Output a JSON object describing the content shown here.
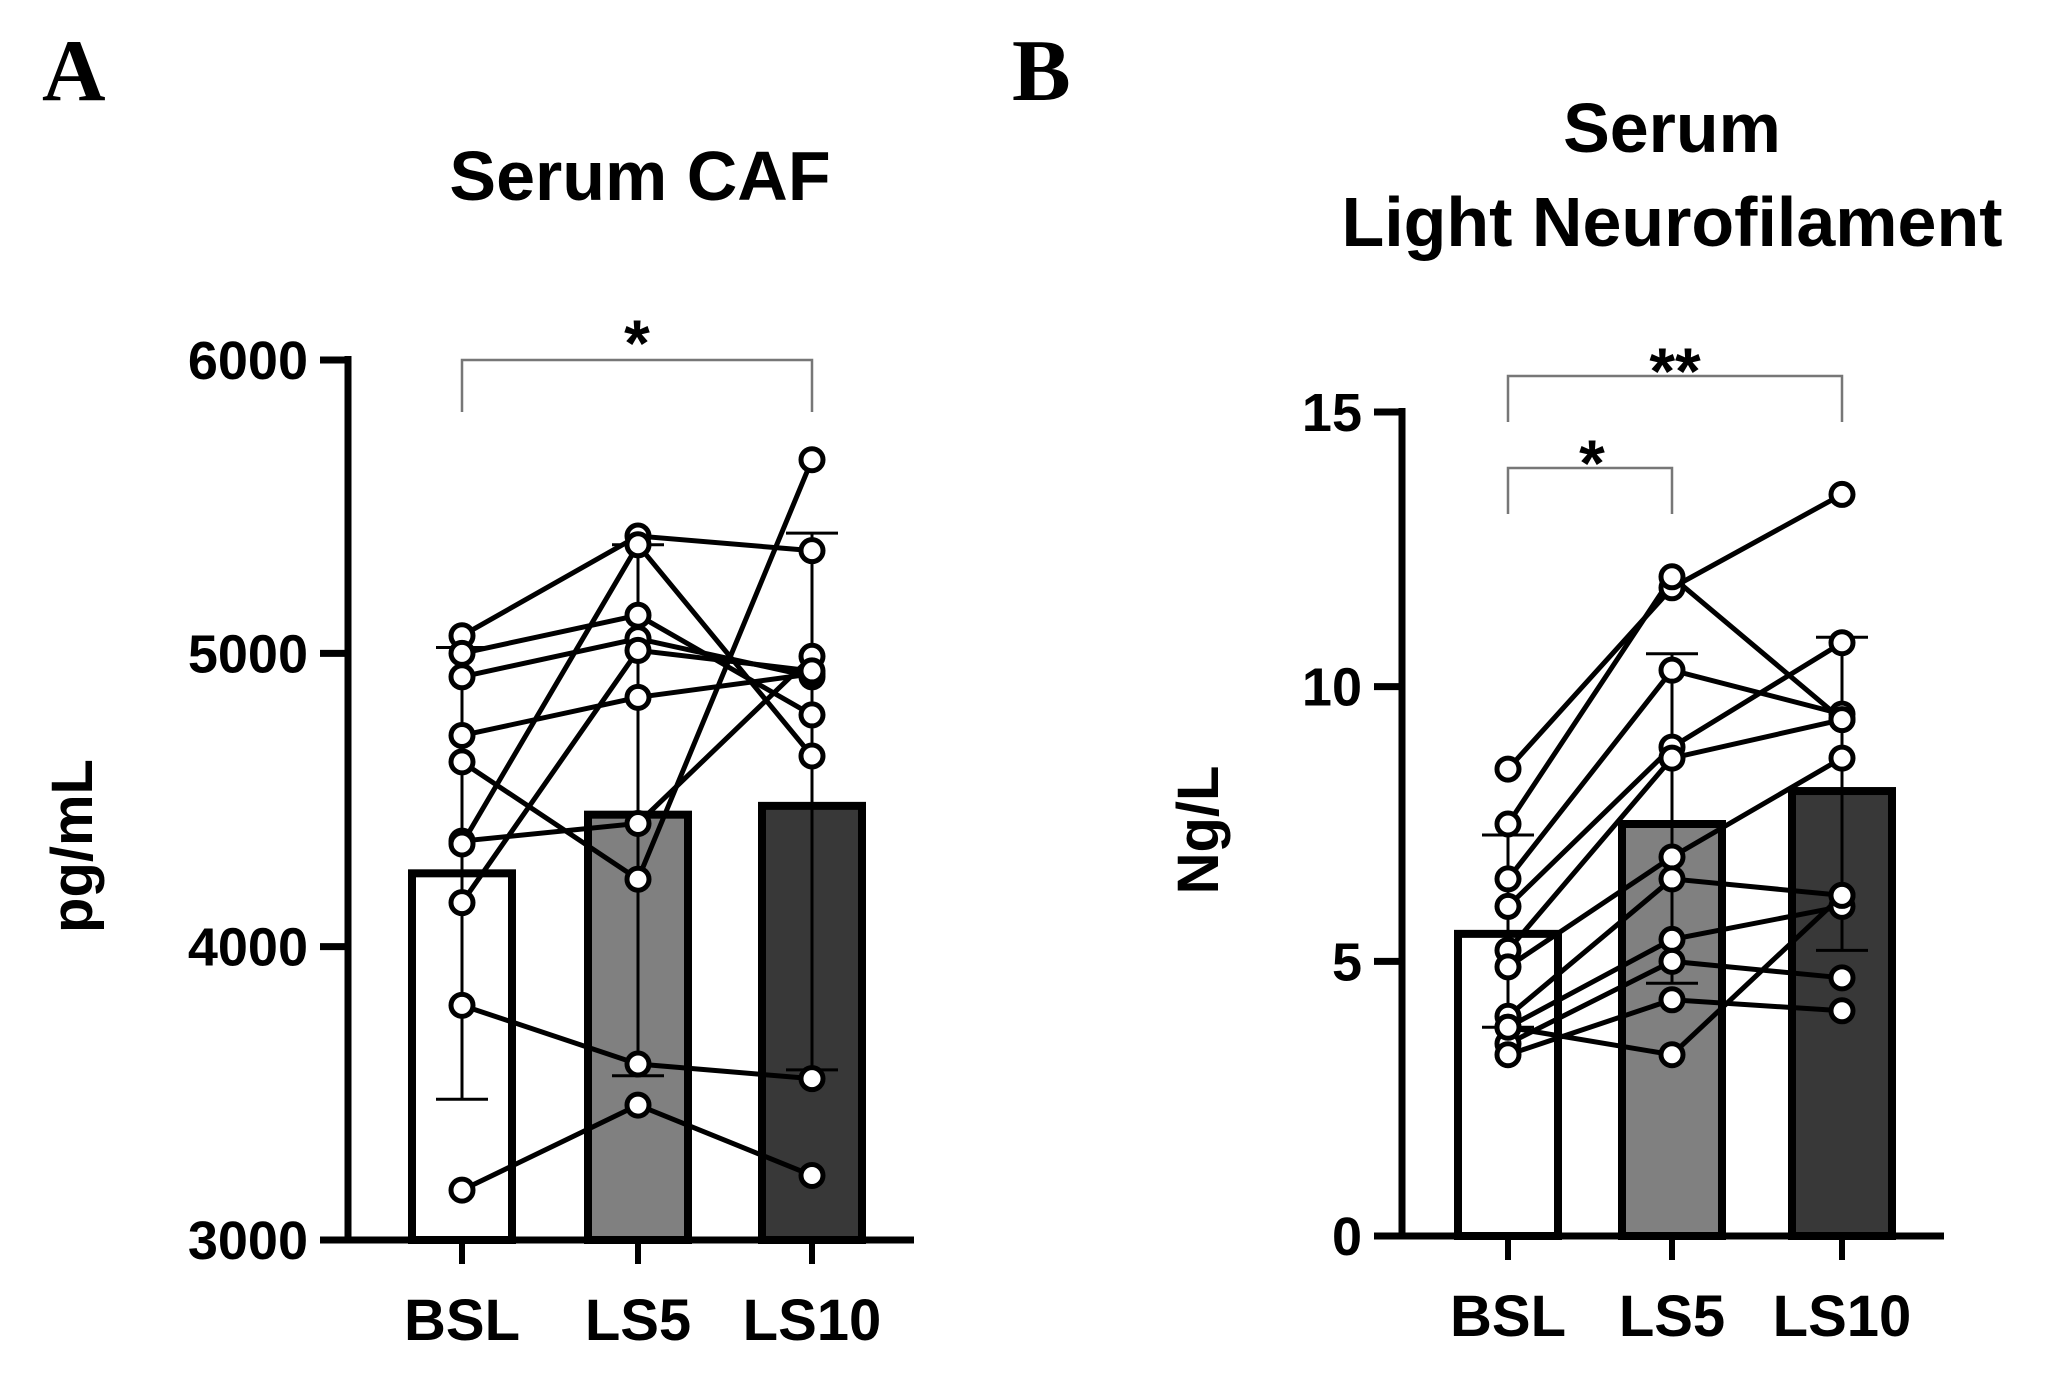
{
  "chart_data": [
    {
      "panel": "A",
      "type": "bar",
      "title": "Serum CAF",
      "ylabel": "pg/mL",
      "xlabel": "",
      "categories": [
        "BSL",
        "LS5",
        "LS10"
      ],
      "ylim": [
        3000,
        6000
      ],
      "yticks": [
        3000,
        4000,
        5000,
        6000
      ],
      "grid": false,
      "bar_colors": [
        "#ffffff",
        "#808080",
        "#383838"
      ],
      "means": [
        4250,
        4450,
        4480
      ],
      "error_bars": [
        [
          3480,
          5020
        ],
        [
          3560,
          5370
        ],
        [
          3580,
          5410
        ]
      ],
      "subjects": [
        [
          5060,
          5400,
          5350
        ],
        [
          5000,
          5130,
          4790
        ],
        [
          4920,
          5050,
          4920
        ],
        [
          4720,
          4850,
          4930
        ],
        [
          4630,
          4230,
          5660
        ],
        [
          4360,
          4420,
          4990
        ],
        [
          4350,
          5370,
          4650
        ],
        [
          4150,
          5010,
          4940
        ],
        [
          3800,
          3600,
          3550
        ],
        [
          3170,
          3460,
          3220
        ]
      ],
      "significance": [
        {
          "from": "BSL",
          "to": "LS10",
          "label": "*"
        }
      ]
    },
    {
      "panel": "B",
      "type": "bar",
      "title": [
        "Serum",
        "Light Neurofilament"
      ],
      "ylabel": "Ng/L",
      "xlabel": "",
      "categories": [
        "BSL",
        "LS5",
        "LS10"
      ],
      "ylim": [
        0,
        15
      ],
      "yticks": [
        0,
        5,
        10,
        15
      ],
      "grid": false,
      "bar_colors": [
        "#ffffff",
        "#808080",
        "#383838"
      ],
      "means": [
        5.5,
        7.5,
        8.1
      ],
      "error_bars": [
        [
          3.8,
          7.3
        ],
        [
          4.6,
          10.6
        ],
        [
          5.2,
          10.9
        ]
      ],
      "subjects": [
        [
          8.5,
          11.8,
          13.5
        ],
        [
          7.5,
          12.0,
          9.4
        ],
        [
          6.5,
          10.3,
          9.5
        ],
        [
          6.0,
          8.9,
          10.8
        ],
        [
          5.2,
          8.7,
          9.4
        ],
        [
          4.9,
          6.9,
          8.7
        ],
        [
          4.0,
          6.5,
          6.2
        ],
        [
          3.8,
          5.4,
          6.0
        ],
        [
          3.5,
          5.0,
          4.7
        ],
        [
          3.3,
          4.3,
          4.1
        ],
        [
          3.8,
          3.3,
          6.2
        ]
      ],
      "significance": [
        {
          "from": "BSL",
          "to": "LS5",
          "label": "*"
        },
        {
          "from": "BSL",
          "to": "LS10",
          "label": "**"
        }
      ]
    }
  ]
}
